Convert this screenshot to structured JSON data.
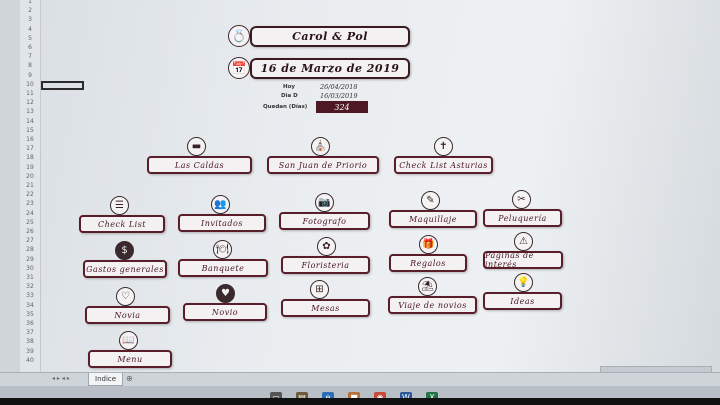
{
  "sheet_tab": "Indice",
  "header": {
    "couple": "Carol & Pol",
    "wedding_date": "16 de Marzo de 2019"
  },
  "info": {
    "hoy_label": "Hoy",
    "hoy_value": "26/04/2018",
    "diad_label": "Dia D",
    "diad_value": "16/03/2019",
    "quedan_label": "Quedan (Días)",
    "quedan_value": "324"
  },
  "venues": [
    {
      "label": "Las Caldas",
      "icon": "bed-icon",
      "glyph": "▬"
    },
    {
      "label": "San Juan de Priorio",
      "icon": "church-icon",
      "glyph": "⛪"
    },
    {
      "label": "Check List Asturias",
      "icon": "cross-icon",
      "glyph": "✝"
    }
  ],
  "menu": [
    {
      "label": "Check List",
      "icon": "list-icon",
      "glyph": "☰"
    },
    {
      "label": "Invitados",
      "icon": "guests-icon",
      "glyph": "👥"
    },
    {
      "label": "Fotografo",
      "icon": "camera-icon",
      "glyph": "📷"
    },
    {
      "label": "Maquillaje",
      "icon": "makeup-icon",
      "glyph": "✎"
    },
    {
      "label": "Peluquería",
      "icon": "scissors-icon",
      "glyph": "✂"
    },
    {
      "label": "Gastos generales",
      "icon": "money-bag-icon",
      "glyph": "$"
    },
    {
      "label": "Banquete",
      "icon": "plate-icon",
      "glyph": "🍽"
    },
    {
      "label": "Floristeria",
      "icon": "flower-icon",
      "glyph": "✿"
    },
    {
      "label": "Regalos",
      "icon": "gift-icon",
      "glyph": "🎁"
    },
    {
      "label": "Páginas de interés",
      "icon": "warning-icon",
      "glyph": "⚠"
    },
    {
      "label": "Novia",
      "icon": "hearts-icon",
      "glyph": "♡"
    },
    {
      "label": "Novio",
      "icon": "hearts-dark-icon",
      "glyph": "♥"
    },
    {
      "label": "Mesas",
      "icon": "tables-icon",
      "glyph": "⊞"
    },
    {
      "label": "Viaje de novios",
      "icon": "beach-icon",
      "glyph": "⛱"
    },
    {
      "label": "Ideas",
      "icon": "lightbulb-icon",
      "glyph": "💡"
    },
    {
      "label": "Menu",
      "icon": "book-icon",
      "glyph": "📖"
    }
  ],
  "row_numbers": [
    "1",
    "2",
    "3",
    "4",
    "5",
    "6",
    "7",
    "8",
    "9",
    "10",
    "11",
    "12",
    "13",
    "14",
    "15",
    "16",
    "17",
    "18",
    "19",
    "20",
    "21",
    "22",
    "23",
    "24",
    "25",
    "26",
    "27",
    "28",
    "29",
    "30",
    "31",
    "32",
    "33",
    "34",
    "35",
    "36",
    "37",
    "38",
    "39",
    "40"
  ],
  "colors": {
    "accent": "#5a1e2a",
    "counter_bg": "#4e1824"
  }
}
